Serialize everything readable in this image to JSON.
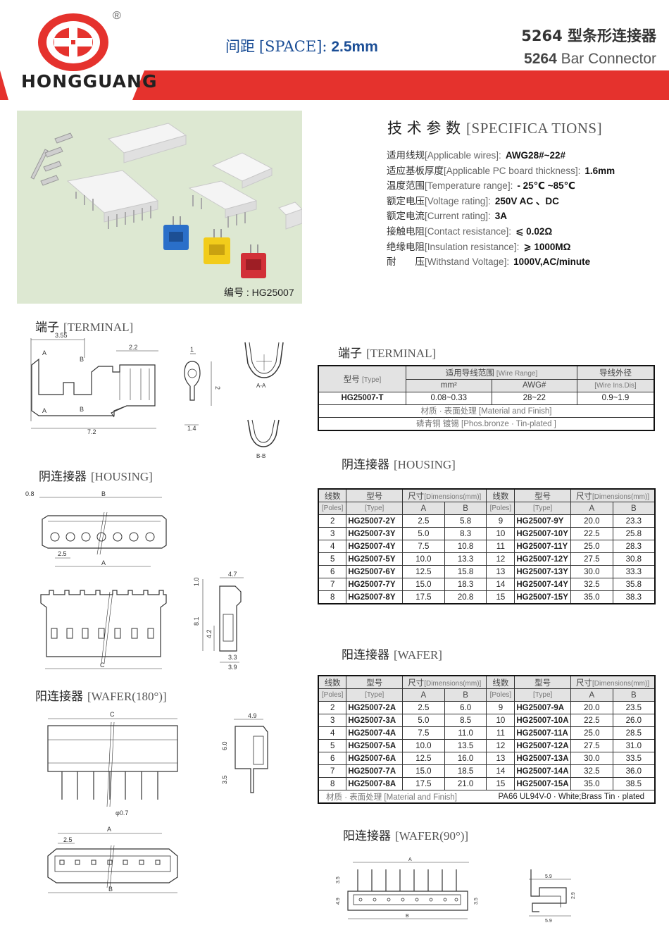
{
  "brand": {
    "name": "HONGGUANG",
    "registered": "®"
  },
  "header": {
    "space_label_cn": "间距",
    "space_label_en": "[SPACE]:",
    "space_value": "2.5mm",
    "title_cn_num": "5264",
    "title_cn": "型条形连接器",
    "title_en_num": "5264",
    "title_en": "Bar Connector"
  },
  "photo": {
    "label": "编号 : HG25007"
  },
  "specs": {
    "title_cn": "技 术 参 数",
    "title_en": "[SPECIFICA TIONS]",
    "rows": [
      {
        "cn": "适用线规",
        "en": "[Applicable wires]:",
        "value": "AWG28#~22#"
      },
      {
        "cn": "适应基板厚度",
        "en": "[Applicable PC board thickness]:",
        "value": "1.6mm"
      },
      {
        "cn": "温度范围",
        "en": "[Temperature range]:",
        "value": "- 25℃ ~85℃"
      },
      {
        "cn": "额定电压",
        "en": "[Voltage rating]:",
        "value": "250V  AC 、DC"
      },
      {
        "cn": "额定电流",
        "en": "[Current rating]:",
        "value": "3A"
      },
      {
        "cn": "接触电阻",
        "en": "[Contact resistance]:",
        "value": "⩽ 0.02Ω"
      },
      {
        "cn": "绝缘电阻",
        "en": "[Insulation resistance]:",
        "value": "⩾ 1000MΩ"
      },
      {
        "cn": "耐　　压",
        "en": "[Withstand Voltage]:",
        "value": "1000V,AC/minute"
      }
    ]
  },
  "sections": {
    "terminal_left": {
      "cn": "端子",
      "en": "[TERMINAL]"
    },
    "terminal_right": {
      "cn": "端子",
      "en": "[TERMINAL]"
    },
    "housing_left": {
      "cn": "阴连接器",
      "en": "[HOUSING]"
    },
    "housing_right": {
      "cn": "阴连接器",
      "en": "[HOUSING]"
    },
    "wafer180": {
      "cn": "阳连接器",
      "en": "[WAFER(180°)]"
    },
    "wafer_right": {
      "cn": "阳连接器",
      "en": "[WAFER]"
    },
    "wafer90": {
      "cn": "阳连接器",
      "en": "[WAFER(90°)]"
    }
  },
  "drawings": {
    "terminal": {
      "dim_355": "3.55",
      "dim_22": "2.2",
      "dim_72": "7.2",
      "dim_1": "1",
      "dim_2": "2",
      "dim_14": "1.4",
      "A": "A",
      "B": "B",
      "aa": "A-A",
      "bb": "B-B"
    },
    "housing": {
      "dim_08": "0.8",
      "B": "B",
      "dim_25": "2.5",
      "A": "A",
      "C": "C",
      "dim_47": "4.7",
      "dim_10": "1.0",
      "dim_81": "8.1",
      "dim_42": "4.2",
      "dim_33": "3.3",
      "dim_39": "3.9"
    },
    "wafer180": {
      "C": "C",
      "dim_49": "4.9",
      "dim_60": "6.0",
      "dim_35": "3.5",
      "dim_07": "φ0.7",
      "A": "A",
      "dim_25": "2.5",
      "B": "B"
    },
    "wafer90": {
      "A": "A",
      "B": "B",
      "dim_35a": "3.5",
      "dim_49": "4.9",
      "dim_35b": "3.5",
      "dim_59a": "5.9",
      "dim_29": "2.9",
      "dim_59b": "5.9"
    }
  },
  "terminal_table": {
    "type_cn": "型号",
    "type_en": "[Type]",
    "range_cn": "适用导线范围",
    "range_en": "[Wire Range]",
    "ins_cn": "导线外径",
    "ins_en": "[Wire Ins.Dis]",
    "mm2": "mm²",
    "awg": "AWG#",
    "row": {
      "type": "HG25007-T",
      "mm2": "0.08~0.33",
      "awg": "28~22",
      "ins": "0.9~1.9"
    },
    "material_label": "材质 · 表面处理 [Material and Finish]",
    "material_value": "磷青铜  镀锡 [Phos.bronze · Tin-plated ]"
  },
  "housing_table": {
    "h_poles_cn": "线数",
    "h_poles_en": "[Poles]",
    "h_type_cn": "型号",
    "h_type_en": "[Type]",
    "h_dim_cn": "尺寸",
    "h_dim_en": "[Dimensions(mm)]",
    "h_a": "A",
    "h_b": "B",
    "left": [
      [
        "2",
        "HG25007-2Y",
        "2.5",
        "5.8"
      ],
      [
        "3",
        "HG25007-3Y",
        "5.0",
        "8.3"
      ],
      [
        "4",
        "HG25007-4Y",
        "7.5",
        "10.8"
      ],
      [
        "5",
        "HG25007-5Y",
        "10.0",
        "13.3"
      ],
      [
        "6",
        "HG25007-6Y",
        "12.5",
        "15.8"
      ],
      [
        "7",
        "HG25007-7Y",
        "15.0",
        "18.3"
      ],
      [
        "8",
        "HG25007-8Y",
        "17.5",
        "20.8"
      ]
    ],
    "right": [
      [
        "9",
        "HG25007-9Y",
        "20.0",
        "23.3"
      ],
      [
        "10",
        "HG25007-10Y",
        "22.5",
        "25.8"
      ],
      [
        "11",
        "HG25007-11Y",
        "25.0",
        "28.3"
      ],
      [
        "12",
        "HG25007-12Y",
        "27.5",
        "30.8"
      ],
      [
        "13",
        "HG25007-13Y",
        "30.0",
        "33.3"
      ],
      [
        "14",
        "HG25007-14Y",
        "32.5",
        "35.8"
      ],
      [
        "15",
        "HG25007-15Y",
        "35.0",
        "38.3"
      ]
    ]
  },
  "wafer_table": {
    "h_poles_cn": "线数",
    "h_poles_en": "[Poles]",
    "h_type_cn": "型号",
    "h_type_en": "[Type]",
    "h_dim_cn": "尺寸",
    "h_dim_en": "[Dimensions(mm)]",
    "h_a": "A",
    "h_b": "B",
    "left": [
      [
        "2",
        "HG25007-2A",
        "2.5",
        "6.0"
      ],
      [
        "3",
        "HG25007-3A",
        "5.0",
        "8.5"
      ],
      [
        "4",
        "HG25007-4A",
        "7.5",
        "11.0"
      ],
      [
        "5",
        "HG25007-5A",
        "10.0",
        "13.5"
      ],
      [
        "6",
        "HG25007-6A",
        "12.5",
        "16.0"
      ],
      [
        "7",
        "HG25007-7A",
        "15.0",
        "18.5"
      ],
      [
        "8",
        "HG25007-8A",
        "17.5",
        "21.0"
      ]
    ],
    "right": [
      [
        "9",
        "HG25007-9A",
        "20.0",
        "23.5"
      ],
      [
        "10",
        "HG25007-10A",
        "22.5",
        "26.0"
      ],
      [
        "11",
        "HG25007-11A",
        "25.0",
        "28.5"
      ],
      [
        "12",
        "HG25007-12A",
        "27.5",
        "31.0"
      ],
      [
        "13",
        "HG25007-13A",
        "30.0",
        "33.5"
      ],
      [
        "14",
        "HG25007-14A",
        "32.5",
        "36.0"
      ],
      [
        "15",
        "HG25007-15A",
        "35.0",
        "38.5"
      ]
    ],
    "material_label": "材质 · 表面处理 [Material and Finish]",
    "material_value": "PA66 UL94V-0 · White;Brass Tin · plated"
  },
  "colors": {
    "brand_red": "#e5322d",
    "title_blue": "#1b4e96",
    "blue_part": "#2a6fc9",
    "yellow_part": "#f2cc1b",
    "red_part": "#d23038"
  }
}
